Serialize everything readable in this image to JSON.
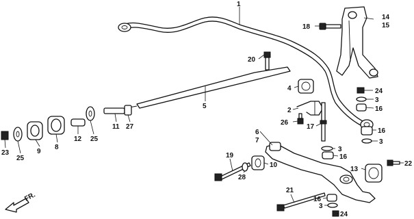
{
  "callouts": {
    "c1": "1",
    "c2": "2",
    "c3a": "3",
    "c3b": "3",
    "c3c": "3",
    "c3d": "3",
    "c4": "4",
    "c5": "5",
    "c6": "6",
    "c7": "7",
    "c8": "8",
    "c9": "9",
    "c10": "10",
    "c11": "11",
    "c12": "12",
    "c13": "13",
    "c14": "14",
    "c15": "15",
    "c16a": "16",
    "c16b": "16",
    "c16c": "16",
    "c16d": "16",
    "c17": "17",
    "c18": "18",
    "c19": "19",
    "c20": "20",
    "c21": "21",
    "c22": "22",
    "c23": "23",
    "c24a": "24",
    "c24b": "24",
    "c25a": "25",
    "c25b": "25",
    "c26": "26",
    "c27": "27",
    "c28": "28"
  },
  "direction": {
    "label": "FR."
  }
}
